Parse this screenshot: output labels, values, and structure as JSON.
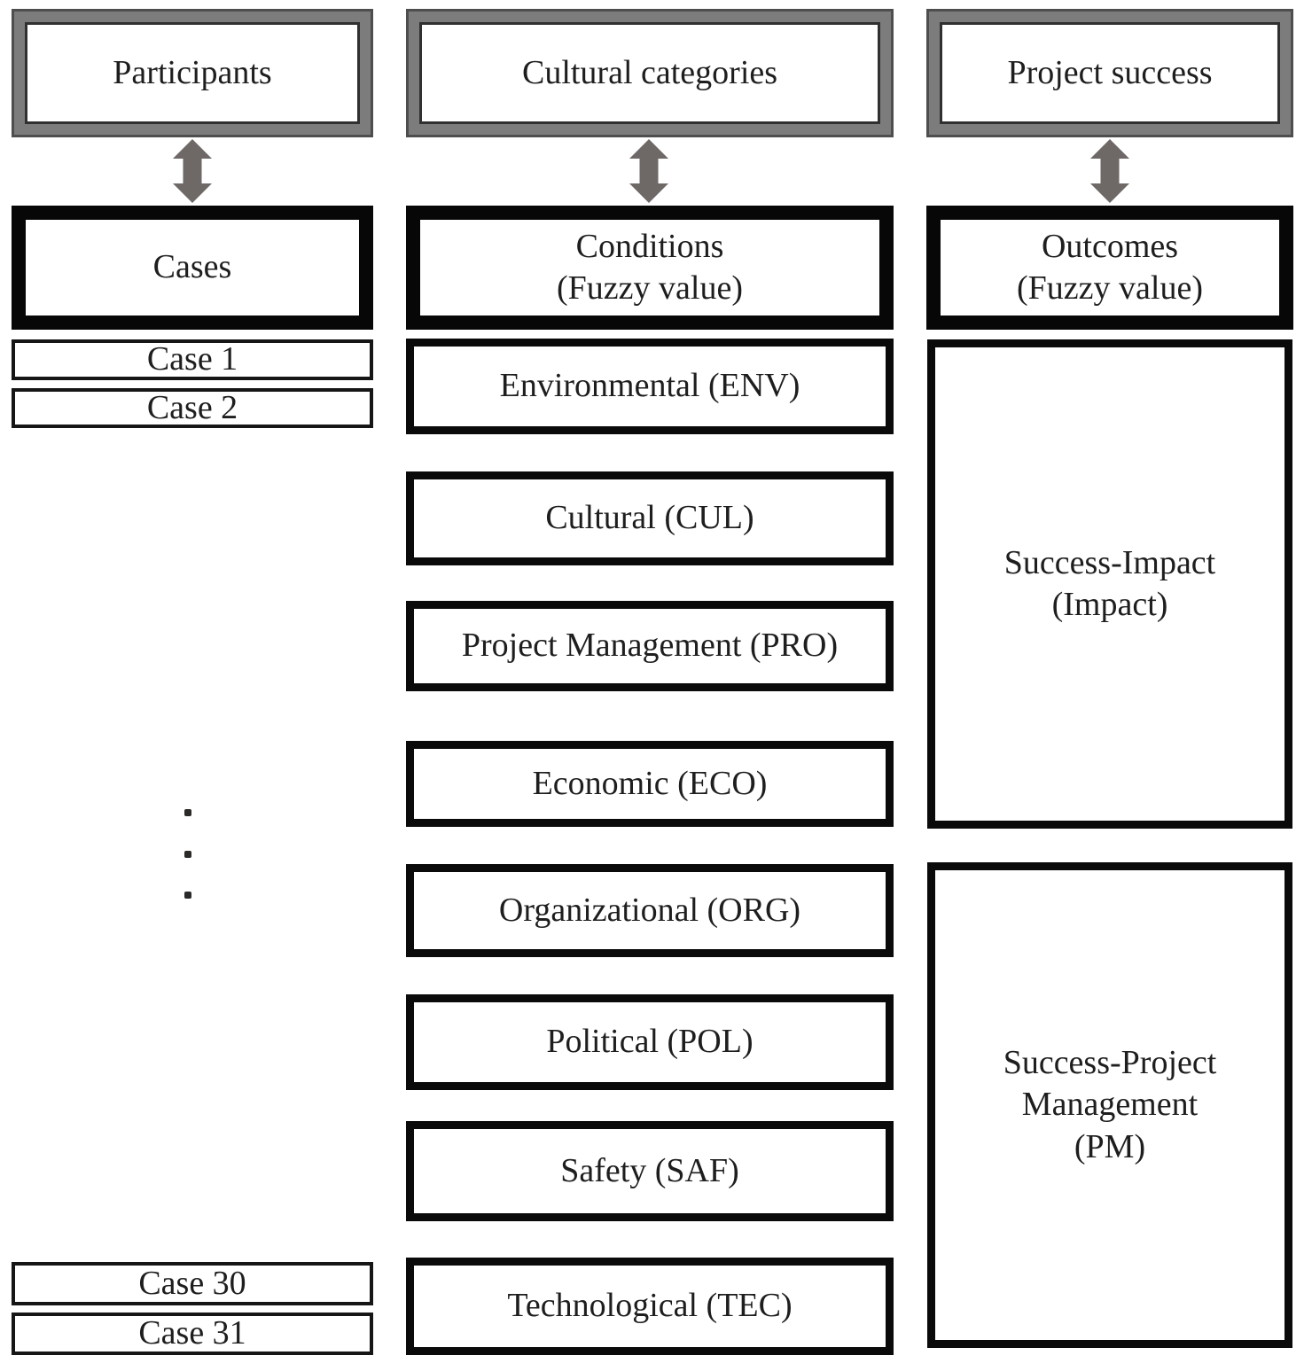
{
  "participants_column": {
    "header": "Participants",
    "group_label": "Cases",
    "top_cases": [
      "Case 1",
      "Case 2"
    ],
    "bottom_cases": [
      "Case 30",
      "Case 31"
    ]
  },
  "categories_column": {
    "header": "Cultural categories",
    "group_label": "Conditions\n(Fuzzy value)",
    "categories": [
      "Environmental (ENV)",
      "Cultural (CUL)",
      "Project Management (PRO)",
      "Economic (ECO)",
      "Organizational (ORG)",
      "Political (POL)",
      "Safety (SAF)",
      "Technological (TEC)"
    ]
  },
  "success_column": {
    "header": "Project success",
    "group_label": "Outcomes\n(Fuzzy value)",
    "outcomes": [
      "Success-Impact\n(Impact)",
      "Success-Project\nManagement\n(PM)"
    ]
  },
  "icons": {
    "connector": "double-headed-vertical-arrow",
    "case_ellipsis": "vertical-three-dots"
  },
  "colors": {
    "frame_gray": "#7c7c7c",
    "frame_gray_outline": "#4e4e4e",
    "frame_gray_inner_outline": "#303030",
    "arrow_gray": "#6e6967",
    "box_black": "#070707",
    "text": "#1e1e1e",
    "background": "#ffffff"
  }
}
